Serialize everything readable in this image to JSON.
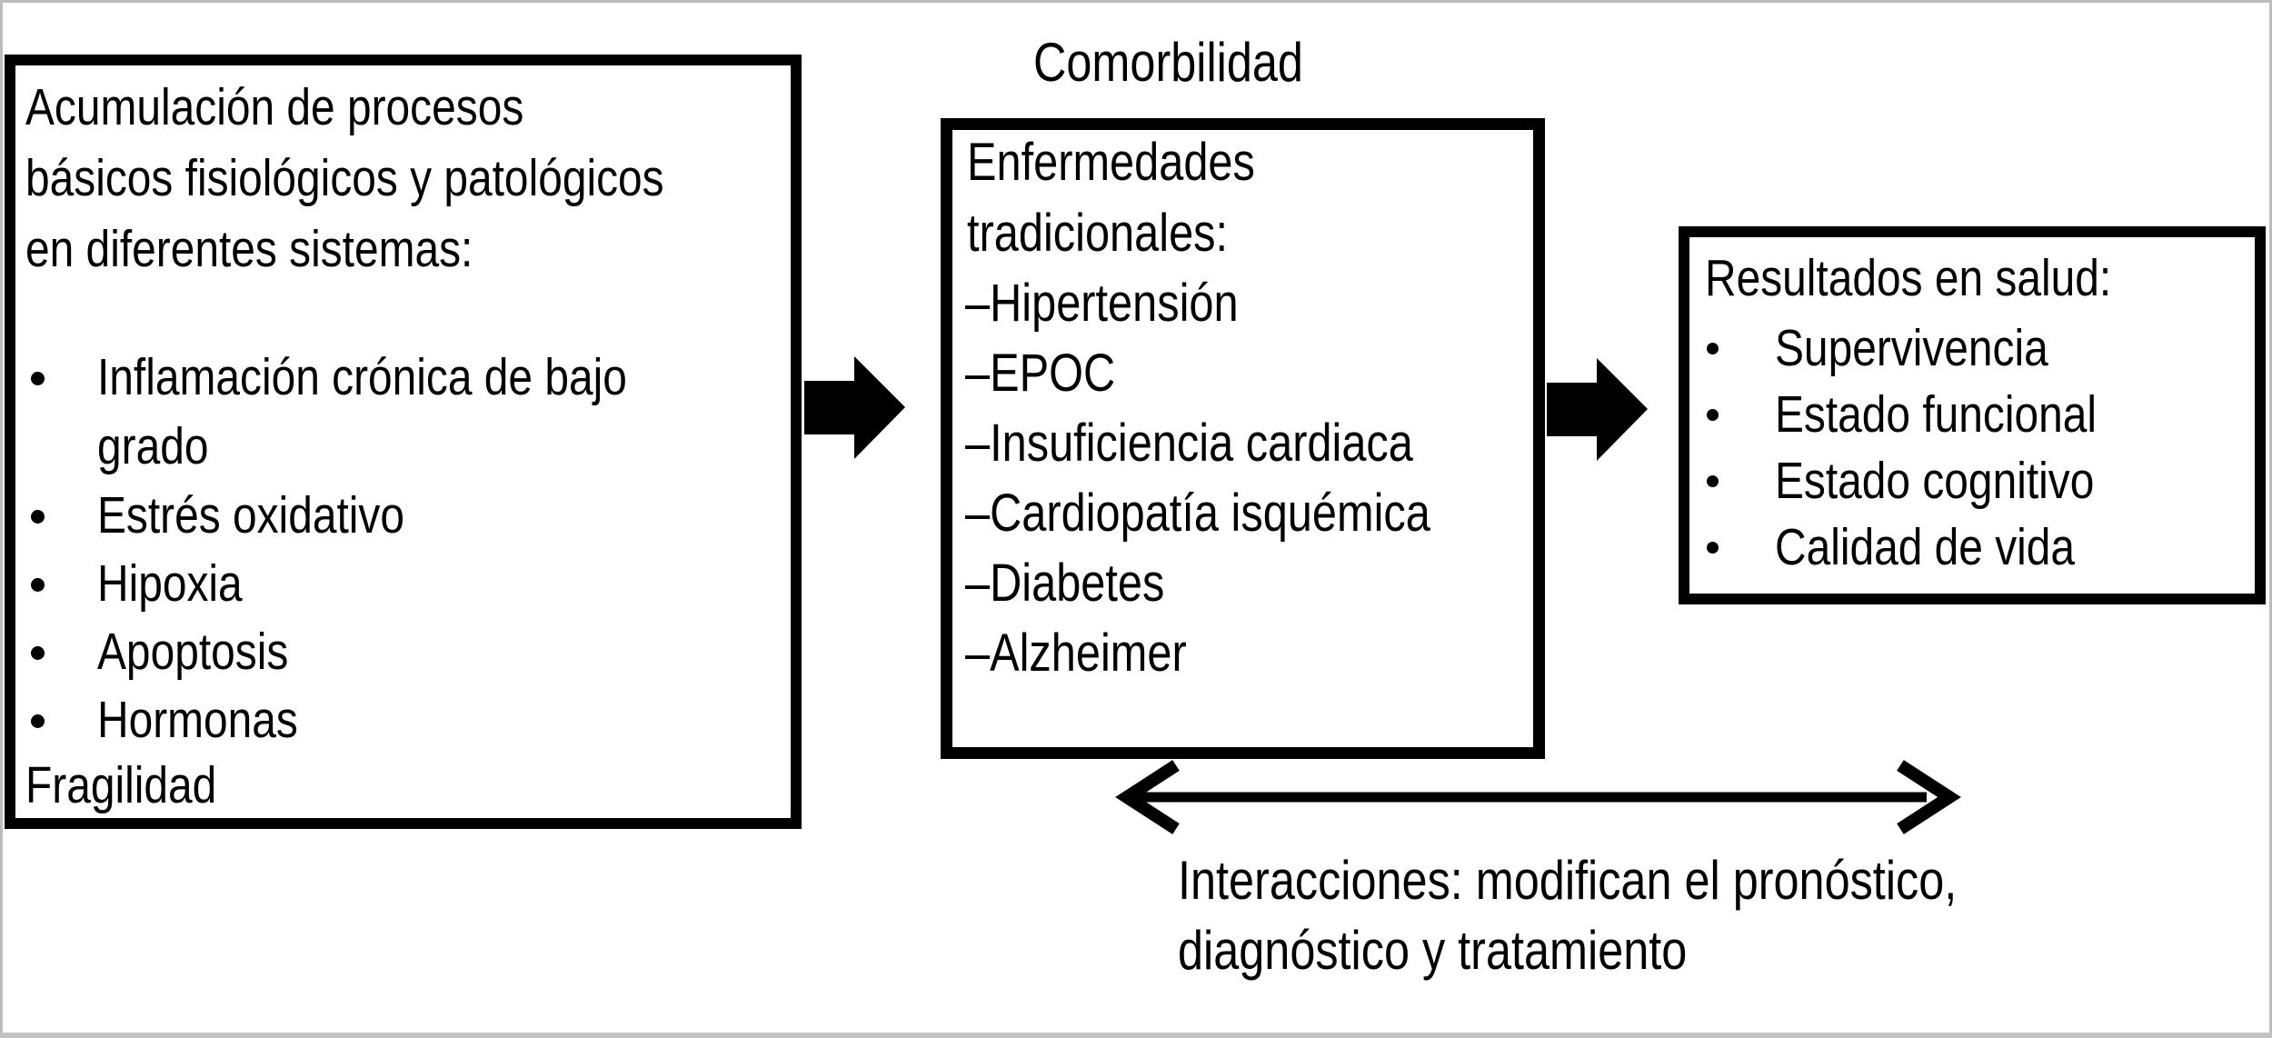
{
  "diagram": {
    "left_box": {
      "heading_lines": [
        "Acumulación de procesos",
        "básicos fisiológicos y patológicos",
        "en diferentes sistemas:"
      ],
      "items": [
        "Inflamación crónica de bajo",
        "grado",
        "Estrés oxidativo",
        "Hipoxia",
        "Apoptosis",
        "Hormonas"
      ],
      "footer": "Fragilidad"
    },
    "comorbidity": {
      "title": "Comorbilidad",
      "box_heading_lines": [
        "Enfermedades",
        "tradicionales:"
      ],
      "items": [
        "–Hipertensión",
        "–EPOC",
        "–Insuficiencia cardiaca",
        "–Cardiopatía isquémica",
        "–Diabetes",
        "–Alzheimer"
      ]
    },
    "results_box": {
      "heading": "Resultados en salud:",
      "items": [
        "Supervivencia",
        "Estado funcional",
        "Estado cognitivo",
        "Calidad de vida"
      ]
    },
    "interactions_caption_lines": [
      "Interacciones: modifican el pronóstico,",
      "diagnóstico y tratamiento"
    ],
    "colors": {
      "background": "#ffffff",
      "box_border": "#000000",
      "text": "#000000",
      "arrow": "#000000",
      "page_edge": "#bcbcbc"
    }
  }
}
